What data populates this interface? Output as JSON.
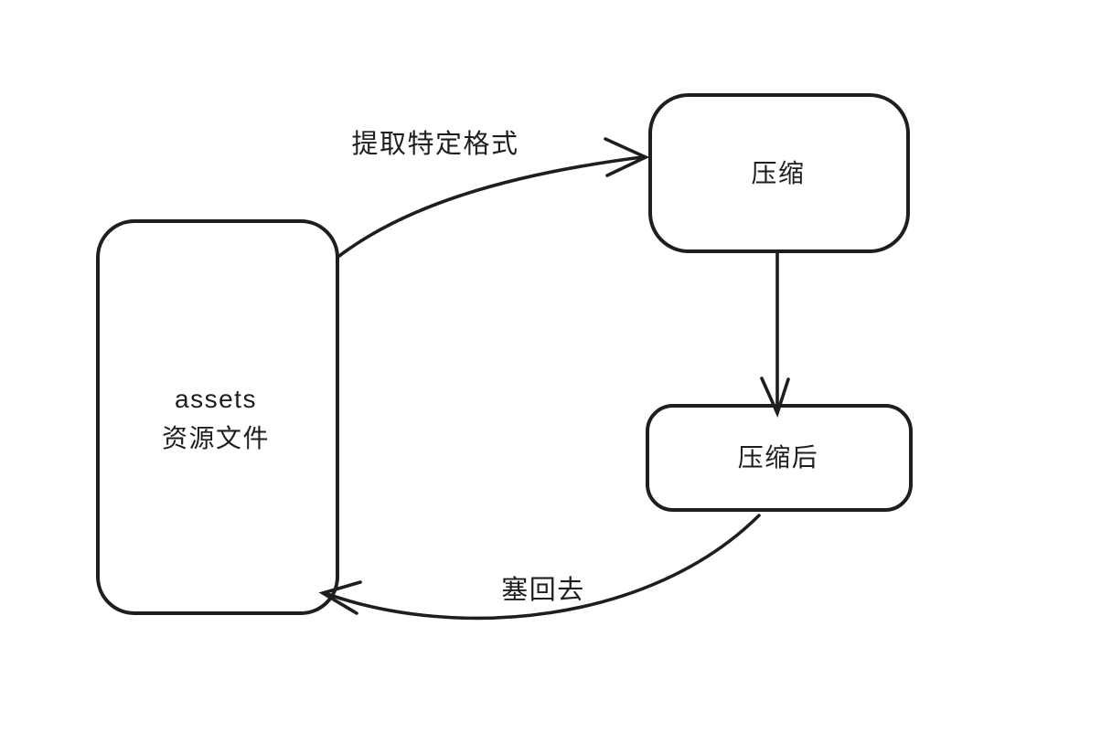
{
  "diagram": {
    "style": {
      "background_color": "#ffffff",
      "stroke_color": "#1e1e1e",
      "text_color": "#1e1e1e"
    },
    "nodes": [
      {
        "id": "assets",
        "lines": [
          "assets",
          "资源文件"
        ]
      },
      {
        "id": "compress",
        "lines": [
          "压缩"
        ]
      },
      {
        "id": "compressed",
        "lines": [
          "压缩后"
        ]
      }
    ],
    "edges": [
      {
        "id": "extract",
        "from": "assets",
        "to": "compress",
        "label": "提取特定格式"
      },
      {
        "id": "compress-step",
        "from": "compress",
        "to": "compressed",
        "label": ""
      },
      {
        "id": "put-back",
        "from": "compressed",
        "to": "assets",
        "label": "塞回去"
      }
    ]
  }
}
